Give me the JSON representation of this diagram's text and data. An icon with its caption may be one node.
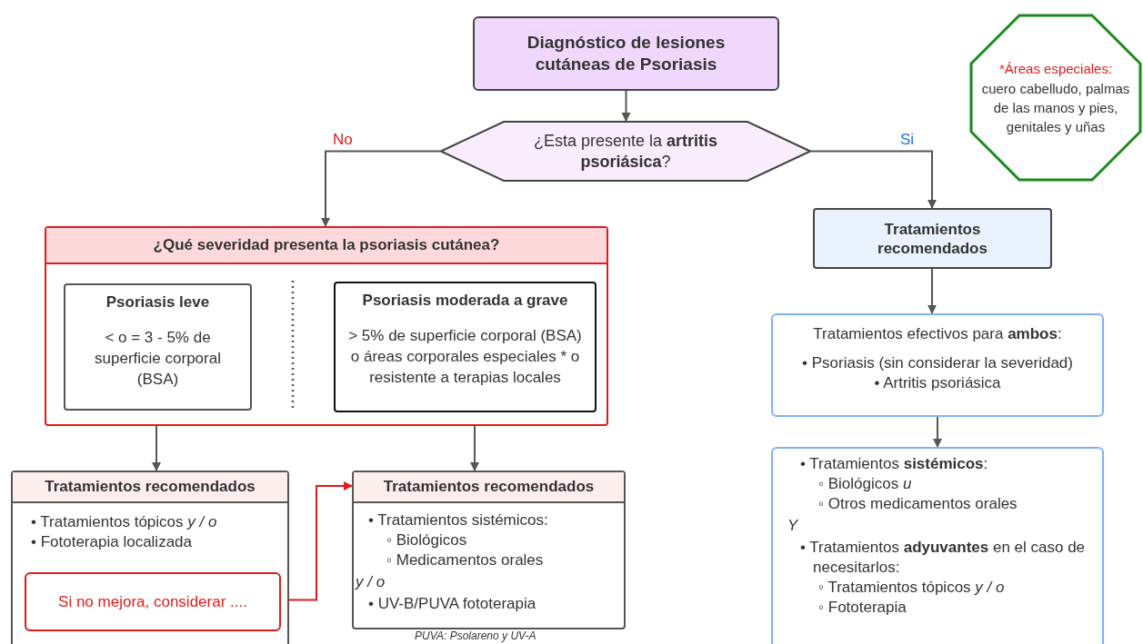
{
  "diagram": {
    "nodes": [
      {
        "text": [
          "Diagnóstico de lesiones cutáneas de Psoriasis"
        ]
      },
      {
        "text": [
          "¿Esta presente la **artritis psoriásica**?"
        ]
      },
      {
        "text": [
          "¿Qué severidad presenta la psoriasis cutánea?"
        ]
      },
      {
        "text": [
          "Psoriasis leve",
          "< o = 3 - 5% de superficie corporal (BSA)"
        ],
        "in": 2
      },
      {
        "text": [
          "Psoriasis moderada a grave",
          "> 5% de superficie corporal (BSA) o áreas corporales especiales * o resistente a terapias locales"
        ],
        "in": 2
      },
      {
        "text": [
          "Tratamientos recomendados",
          "• Tratamientos tópicos *y / o*",
          "• Fototerapia localizada"
        ]
      },
      {
        "text": [
          "Si no mejora, considerar ...."
        ],
        "in": 5
      },
      {
        "text": [
          "Tratamientos recomendados",
          "• Tratamientos sistémicos:",
          "◦ Biológicos",
          "◦ Medicamentos orales",
          "*y / o*",
          "• UV-B/PUVA fototerapia"
        ],
        "beside": [
          "PUVA: Psolareno y UV-A"
        ]
      },
      {
        "text": [
          "Tratamientos recomendados"
        ]
      },
      {
        "text": [
          "Tratamientos efectivos para **ambos**:",
          "• Psoriasis (sin considerar la severidad)",
          "• Artritis psoriásica"
        ]
      },
      {
        "text": [
          "• Tratamientos **sistémicos**:",
          "◦ Biológicos *u*",
          "◦ Otros medicamentos orales",
          "*Y*",
          "• Tratamientos **adyuvantes** en el caso de necesitarlos:",
          "◦ Tratamientos tópicos *y / o*",
          "◦ Fototerapia"
        ]
      },
      {
        "text": [
          "*Áreas especiales:",
          "cuero cabelludo, palmas de las manos y pies, genitales y uñas"
        ]
      }
    ],
    "edges": [
      {
        "from": 0,
        "to": 1,
        "arrow": "to"
      },
      {
        "from": 1,
        "to": 2,
        "arrow": "to",
        "label": "No"
      },
      {
        "from": 1,
        "to": 8,
        "arrow": "to",
        "label": "Si"
      },
      {
        "from": 3,
        "to": 5,
        "arrow": "to"
      },
      {
        "from": 4,
        "to": 7,
        "arrow": "to"
      },
      {
        "from": 6,
        "to": 7,
        "arrow": "to",
        "color": "#e01b1b"
      },
      {
        "from": 8,
        "to": 9,
        "arrow": "to"
      },
      {
        "from": 9,
        "to": 10,
        "arrow": "to"
      }
    ]
  }
}
